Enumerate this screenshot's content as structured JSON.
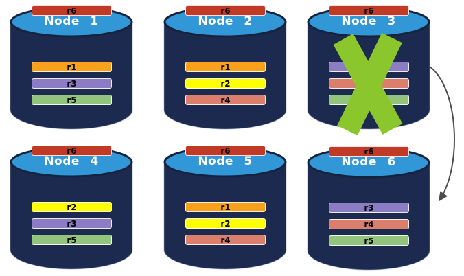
{
  "diagram": {
    "nodes": [
      {
        "id": "node-1",
        "label": "Node 1",
        "replicas": [
          "r1",
          "r3",
          "r5",
          "r6"
        ],
        "failed": false
      },
      {
        "id": "node-2",
        "label": "Node 2",
        "replicas": [
          "r1",
          "r2",
          "r4",
          "r6"
        ],
        "failed": false
      },
      {
        "id": "node-3",
        "label": "Node 3",
        "replicas": [
          "r3",
          "r4",
          "r5",
          "r6"
        ],
        "failed": true
      },
      {
        "id": "node-4",
        "label": "Node 4",
        "replicas": [
          "r2",
          "r3",
          "r5",
          "r6"
        ],
        "failed": false
      },
      {
        "id": "node-5",
        "label": "Node 5",
        "replicas": [
          "r1",
          "r2",
          "r4",
          "r6"
        ],
        "failed": false
      },
      {
        "id": "node-6",
        "label": "Node 6",
        "replicas": [
          "r3",
          "r4",
          "r5",
          "r6"
        ],
        "failed": false
      }
    ],
    "replica_colors": {
      "r1": "#F9A11B",
      "r2": "#FEFF00",
      "r3": "#8C7CC4",
      "r4": "#DB7E6C",
      "r5": "#93C47D",
      "r6": "#C03A26"
    },
    "colors": {
      "background": "#FFFFFF",
      "cylinder_body": "#1B2A4E",
      "cylinder_top": "#3197D6",
      "cylinder_outline": "#16233E",
      "node_label_text": "#FFFFFF",
      "replica_label_text": "#000000",
      "failure_x": "#8BC62D",
      "arrow": "#4D4D4D"
    },
    "arrow": {
      "from": "node-3",
      "to": "node-6"
    }
  }
}
